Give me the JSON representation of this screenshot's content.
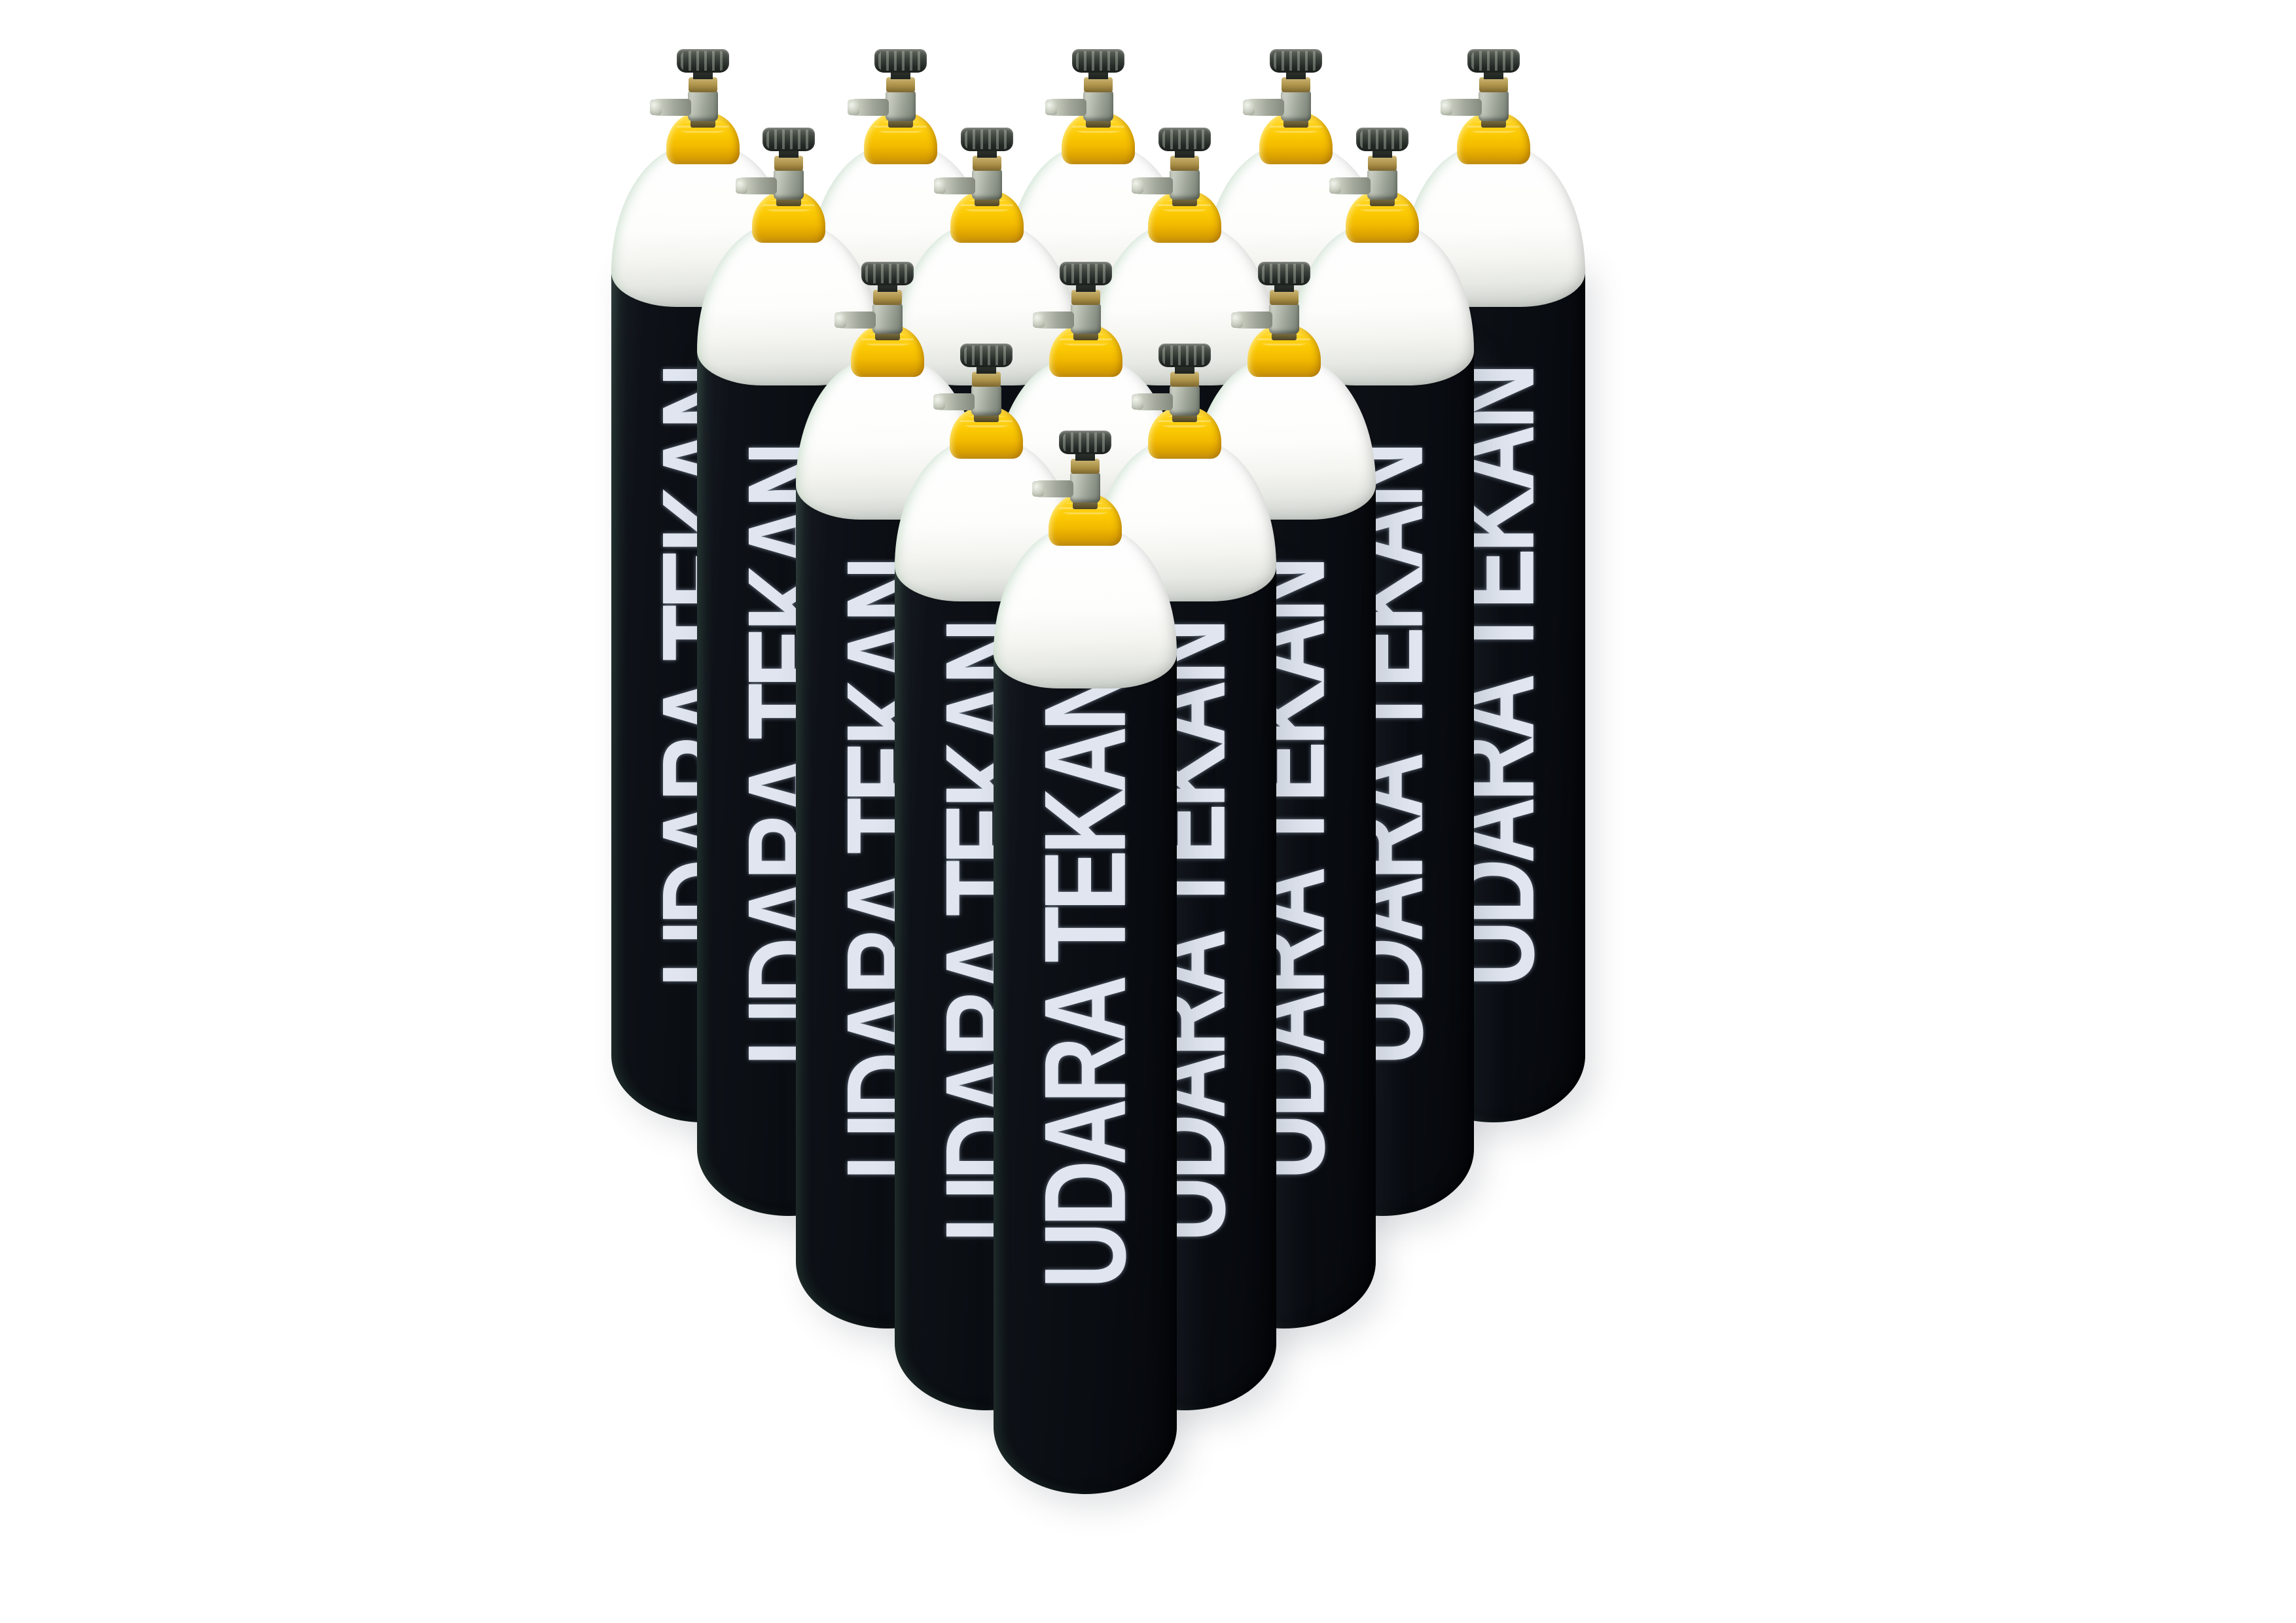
{
  "scene": {
    "type": "product-photo",
    "subject": "compressed air gas cylinders stacked in a pyramid",
    "product_label": "UDARA TEKAN",
    "cylinder_count": 15,
    "rows_back_to_front": [
      5,
      4,
      3,
      2,
      1
    ],
    "colors": {
      "background": "#ffffff",
      "cylinder_body": "#0c1015",
      "shoulder_dome": "#ffffff",
      "neck_collar_yellow": "#fbc903",
      "label_text": "#e7ecf7",
      "valve_steel": "#b3b9ac",
      "valve_brass": "#ac9148",
      "valve_handwheel": "#30352f"
    }
  }
}
